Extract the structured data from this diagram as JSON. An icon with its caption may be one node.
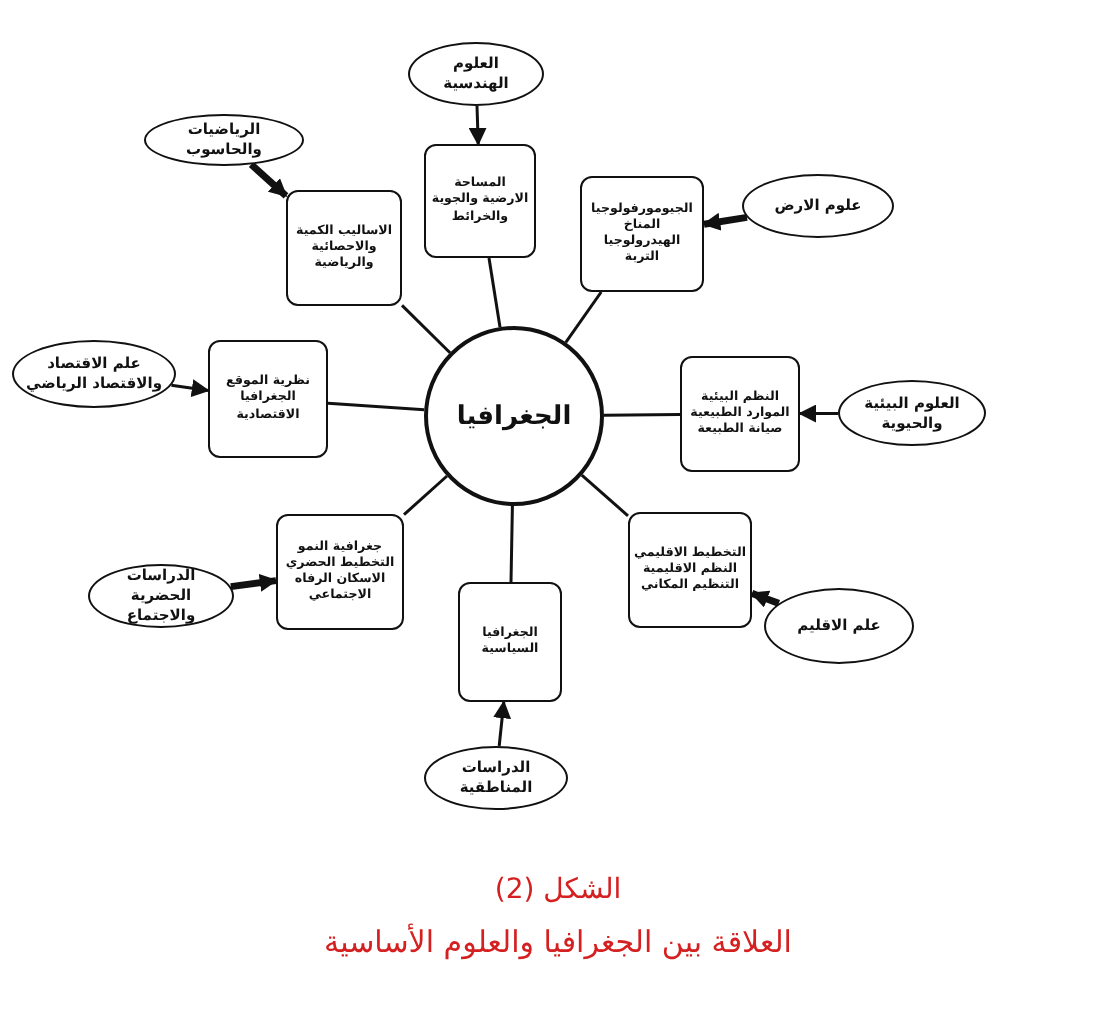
{
  "diagram": {
    "caption": "العلاقة بين الجغرافيا والعلوم الأساسية",
    "nodes": [
      {
        "text": [
          "الجغرافيا"
        ]
      },
      {
        "text": [
          "المساحة الارضية والجوية والخرائط"
        ]
      },
      {
        "text": [
          "الاساليب الكمية والاحصائية والرياضية"
        ]
      },
      {
        "text": [
          "الجيومورفولوجيا المناخ الهيدرولوجيا التربة"
        ]
      },
      {
        "text": [
          "نظرية الموقع الجغرافيا الاقتصادية"
        ]
      },
      {
        "text": [
          "النظم البيئية الموارد الطبيعية صيانة الطبيعة"
        ]
      },
      {
        "text": [
          "جغرافية النمو التخطيط الحضري الاسكان الرفاه الاجتماعي"
        ]
      },
      {
        "text": [
          "التخطيط الاقليمي النظم الاقليمية التنظيم المكاني"
        ]
      },
      {
        "text": [
          "الجغرافيا السياسية"
        ]
      },
      {
        "text": [
          "العلوم الهندسية"
        ]
      },
      {
        "text": [
          "الرياضيات والحاسوب"
        ]
      },
      {
        "text": [
          "علوم الارض"
        ]
      },
      {
        "text": [
          "علم الاقتصاد والاقتصاد الرياضي"
        ]
      },
      {
        "text": [
          "العلوم البيئية والحيوية"
        ]
      },
      {
        "text": [
          "الدراسات الحضرية والاجتماع"
        ]
      },
      {
        "text": [
          "علم الاقليم"
        ]
      },
      {
        "text": [
          "الدراسات المناطقية"
        ]
      }
    ],
    "edges": [
      {
        "from": 0,
        "to": 1,
        "arrow": "none"
      },
      {
        "from": 0,
        "to": 2,
        "arrow": "none"
      },
      {
        "from": 0,
        "to": 3,
        "arrow": "none"
      },
      {
        "from": 0,
        "to": 4,
        "arrow": "none"
      },
      {
        "from": 0,
        "to": 5,
        "arrow": "none"
      },
      {
        "from": 0,
        "to": 6,
        "arrow": "none"
      },
      {
        "from": 0,
        "to": 7,
        "arrow": "none"
      },
      {
        "from": 0,
        "to": 8,
        "arrow": "none"
      },
      {
        "from": 9,
        "to": 1,
        "arrow": "to"
      },
      {
        "from": 10,
        "to": 2,
        "arrow": "to",
        "style": "thick"
      },
      {
        "from": 11,
        "to": 3,
        "arrow": "to",
        "style": "thick"
      },
      {
        "from": 12,
        "to": 4,
        "arrow": "to"
      },
      {
        "from": 13,
        "to": 5,
        "arrow": "to"
      },
      {
        "from": 14,
        "to": 6,
        "arrow": "to",
        "style": "thick"
      },
      {
        "from": 15,
        "to": 7,
        "arrow": "to",
        "style": "thick"
      },
      {
        "from": 16,
        "to": 8,
        "arrow": "to"
      }
    ],
    "labels": [
      "الشكل (2)"
    ]
  }
}
